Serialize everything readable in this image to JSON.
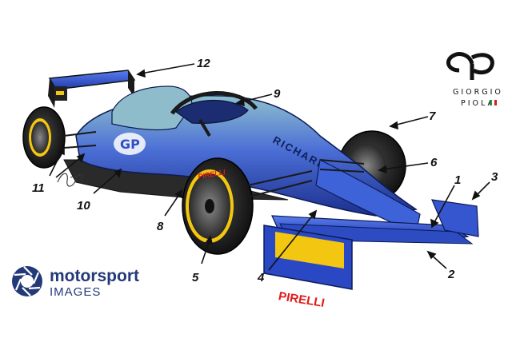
{
  "callouts": [
    "1",
    "2",
    "3",
    "4",
    "5",
    "6",
    "7",
    "8",
    "9",
    "10",
    "11",
    "12"
  ],
  "tyre_brand": "PIRELLI",
  "wing_brand": "PIRELLI",
  "artist_logo": {
    "line1": "GIORGIO",
    "line2": "PIOLA"
  },
  "agency_logo": {
    "name": "motorsport",
    "sub": "IMAGES"
  },
  "livery_text": "RICHARD",
  "colors": {
    "car_blue": "#2f4fc4",
    "car_teal": "#7fb1c0",
    "pirelli_red": "#e01b1b",
    "tyre_yellow": "#f3c612",
    "agency_blue": "#243a78"
  }
}
